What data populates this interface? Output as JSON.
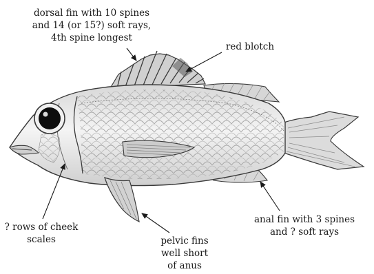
{
  "labels": {
    "dorsal": [
      "dorsal fin with 10 spines",
      "and 14 (or 15?) soft rays,",
      "4th spine longest"
    ],
    "red_blotch": [
      "red blotch"
    ],
    "cheek": [
      "? rows of cheek",
      "scales"
    ],
    "pelvic": [
      "pelvic fins",
      "well short",
      "of anus"
    ],
    "anal": [
      "anal fin with 3 spines",
      "and ? soft rays"
    ]
  },
  "colors": {
    "outline": "#3a3a3a",
    "scale_shade": "#9a9a9a",
    "fin_shade": "#8c8c8c",
    "eye": "#0d0d0d",
    "arrow": "#1a1a1a"
  }
}
